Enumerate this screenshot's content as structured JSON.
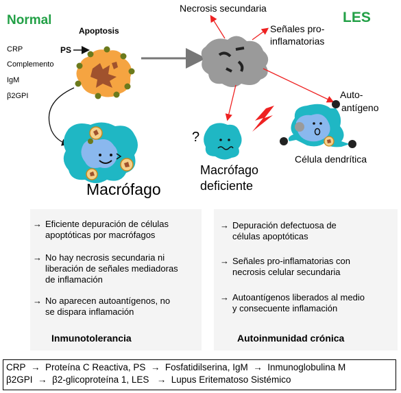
{
  "normal": {
    "title": "Normal",
    "apoptosis_label": "Apoptosis",
    "ps_label": "PS",
    "factors": [
      "CRP",
      "Complemento",
      "IgM",
      "β2GPI"
    ],
    "macrophage_label": "Macrófago"
  },
  "les": {
    "title": "LES",
    "secondary_necrosis": "Necrosis secundaria",
    "proinflammatory_signals": [
      "Señales pro-",
      "inflamatorias"
    ],
    "autoantigen": [
      "Auto-",
      "antígeno"
    ],
    "dendritic_cell": "Célula dendrítica",
    "question_mark": "?",
    "deficient_macrophage": [
      "Macrófago",
      "deficiente"
    ]
  },
  "left_panel": {
    "bullets": [
      [
        "Eficiente depuración de células",
        "apoptóticas por macrófagos"
      ],
      [
        "No hay necrosis secundaria ni",
        "liberación de señales mediadoras",
        "de inflamación"
      ],
      [
        "No aparecen autoantígenos, no",
        "se dispara inflamación"
      ]
    ],
    "conclusion": "Inmunotolerancia"
  },
  "right_panel": {
    "bullets": [
      [
        "Depuración defectuosa de",
        "células apoptóticas"
      ],
      [
        "Señales pro-inflamatorias con",
        "necrosis celular secundaria"
      ],
      [
        "Autoantígenos liberados al medio",
        "y consecuente inflamación"
      ]
    ],
    "conclusion": "Autoinmunidad crónica"
  },
  "legend": {
    "line1": [
      "CRP",
      "Proteína C Reactiva, PS",
      "Fosfatidilserina, IgM",
      "Inmunoglobulina M"
    ],
    "line2": [
      "β2GPI",
      "β2-glicoproteína 1, LES",
      "Lupus Eritematoso Sistémico"
    ]
  },
  "colors": {
    "green_title": "#22a046",
    "apoptotic_cell": "#f5a441",
    "nucleus": "#a0522d",
    "ps_dots": "#6b7a1c",
    "macrophage": "#1fb7c4",
    "macrophage_nucleus": "#8ab8ee",
    "necrotic_cell": "#9a9a9a",
    "red_arrow": "#ee2222",
    "dark_dot": "#222222",
    "panel_bg": "#f4f4f4"
  },
  "icons": [
    "lightning-icon",
    "right-arrow-icon"
  ]
}
